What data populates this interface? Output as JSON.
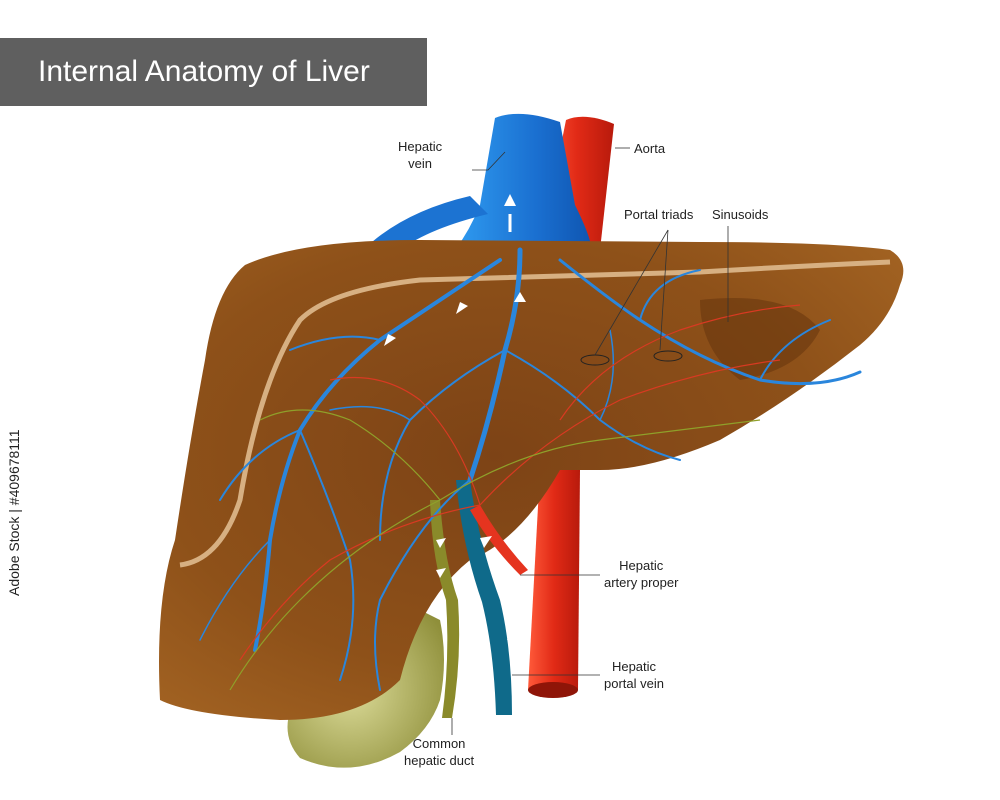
{
  "title": "Internal Anatomy of Liver",
  "labels": {
    "hepatic_vein": [
      "Hepatic",
      "vein"
    ],
    "aorta": "Aorta",
    "portal_triads": "Portal triads",
    "sinusoids": "Sinusoids",
    "hepatic_artery_proper": [
      "Hepatic",
      "artery proper"
    ],
    "hepatic_portal_vein": [
      "Hepatic",
      "portal vein"
    ],
    "common_hepatic_duct": [
      "Common",
      "hepatic duct"
    ]
  },
  "stock_id": "Adobe Stock | #409678111",
  "colors": {
    "liver": "#9a5a1c",
    "liver_dark": "#6e3a10",
    "vein": "#1f7fd6",
    "aorta": "#e5341f",
    "portal_vein": "#0f6a8a",
    "bile_duct": "#8a8a2a",
    "gallbladder": "#b9bb6a",
    "title_bg": "#5f5f5f"
  },
  "icons": [
    "flow-arrow-icon"
  ]
}
